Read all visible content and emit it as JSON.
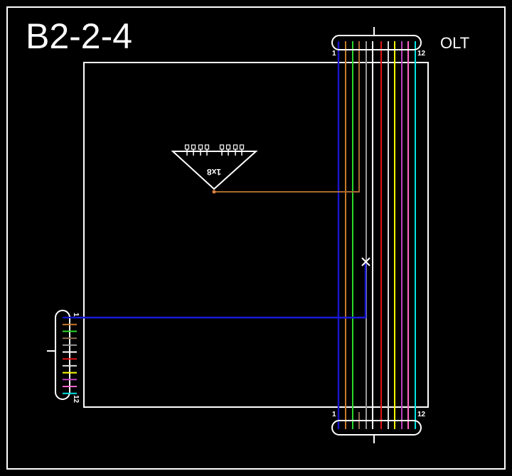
{
  "title": "B2-2-4",
  "olt_label": "OLT",
  "splitter": {
    "label": "1x8",
    "ports": 8
  },
  "top_connector": {
    "start_label": "1",
    "end_label": "12"
  },
  "bottom_connector": {
    "start_label": "1",
    "end_label": "12"
  },
  "left_connector": {
    "start_label": "1",
    "end_label": "12"
  },
  "colors": {
    "background": "#000000",
    "outline": "#ffffff",
    "fibers": [
      "#1515c8",
      "#c87a2a",
      "#2bd92b",
      "#8a6a50",
      "#9a9a9a",
      "#ffffff",
      "#e01515",
      "#dcdcdc",
      "#ffff00",
      "#c040c0",
      "#ff66cc",
      "#00e5e5"
    ],
    "splitter_fiber": "#a86a30",
    "blue_fiber": "#1a1ad8"
  },
  "icons": {
    "splice_mark": "x-icon"
  }
}
